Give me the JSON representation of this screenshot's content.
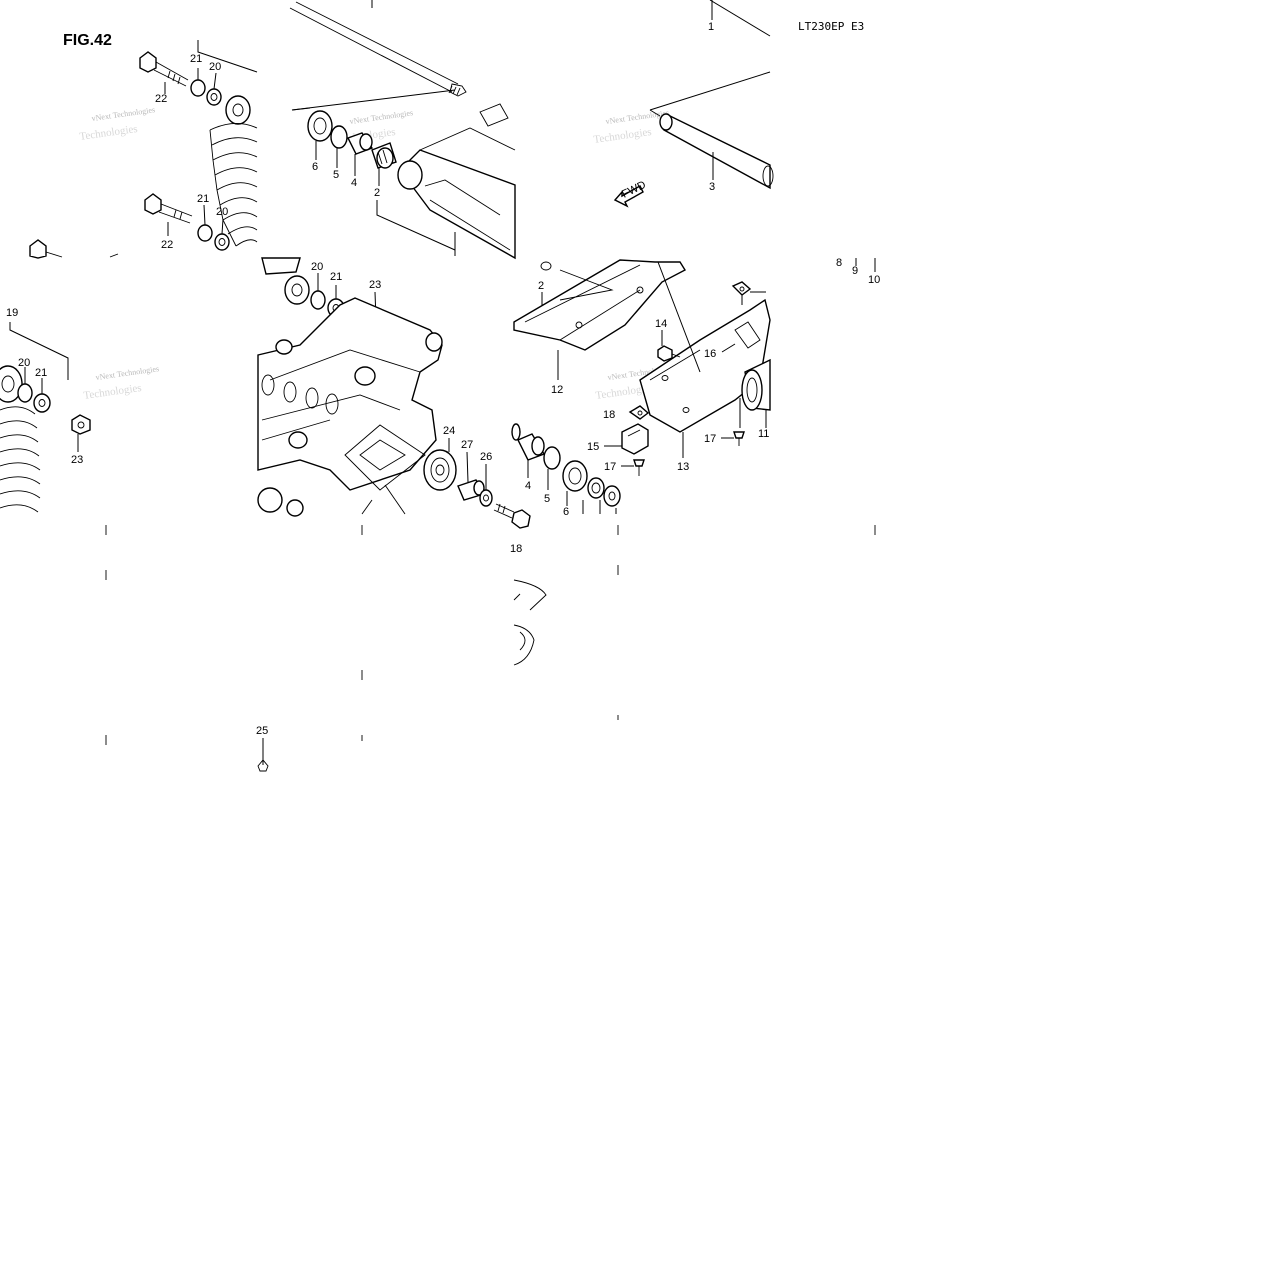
{
  "figure_title": "FIG.42",
  "model_code": "LT230EP E3",
  "watermark": {
    "line1": "vNext Technologies",
    "line2": "Technologies"
  },
  "fwd_label": "FWD",
  "callouts": {
    "c1": "1",
    "c2a": "2",
    "c2b": "2",
    "c3": "3",
    "c4a": "4",
    "c4b": "4",
    "c5a": "5",
    "c5b": "5",
    "c6a": "6",
    "c6b": "6",
    "c8": "8",
    "c9": "9",
    "c10": "10",
    "c11": "11",
    "c12": "12",
    "c13": "13",
    "c14": "14",
    "c15": "15",
    "c16": "16",
    "c17a": "17",
    "c17b": "17",
    "c18a": "18",
    "c18b": "18",
    "c19": "19",
    "c20a": "20",
    "c20b": "20",
    "c20c": "20",
    "c20d": "20",
    "c21a": "21",
    "c21b": "21",
    "c21c": "21",
    "c21d": "21",
    "c22a": "22",
    "c22b": "22",
    "c23a": "23",
    "c23b": "23",
    "c24": "24",
    "c25": "25",
    "c26": "26",
    "c27": "27"
  }
}
